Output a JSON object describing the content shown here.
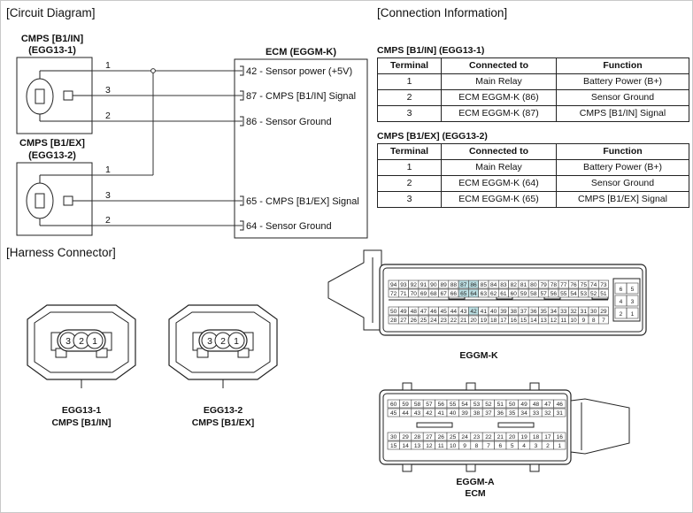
{
  "titles": {
    "circuit": "[Circuit Diagram]",
    "connection": "[Connection Information]",
    "harness": "[Harness Connector]"
  },
  "sensor1": {
    "name": "CMPS [B1/IN]",
    "code": "(EGG13-1)",
    "pins": [
      "1",
      "3",
      "2"
    ]
  },
  "sensor2": {
    "name": "CMPS [B1/EX]",
    "code": "(EGG13-2)",
    "pins": [
      "1",
      "3",
      "2"
    ]
  },
  "ecm": {
    "title": "ECM (EGGM-K)",
    "pins": [
      "42 - Sensor power (+5V)",
      "87 - CMPS [B1/IN] Signal",
      "86 - Sensor Ground",
      "65 - CMPS [B1/EX] Signal",
      "64 - Sensor Ground"
    ]
  },
  "connection": {
    "headers": [
      "Terminal",
      "Connected to",
      "Function"
    ],
    "tables": [
      {
        "title": "CMPS [B1/IN] (EGG13-1)",
        "rows": [
          [
            "1",
            "Main Relay",
            "Battery Power (B+)"
          ],
          [
            "2",
            "ECM EGGM-K (86)",
            "Sensor Ground"
          ],
          [
            "3",
            "ECM EGGM-K (87)",
            "CMPS [B1/IN] Signal"
          ]
        ]
      },
      {
        "title": "CMPS [B1/EX] (EGG13-2)",
        "rows": [
          [
            "1",
            "Main Relay",
            "Battery Power (B+)"
          ],
          [
            "2",
            "ECM EGGM-K (64)",
            "Sensor Ground"
          ],
          [
            "3",
            "ECM EGGM-K (65)",
            "CMPS [B1/EX] Signal"
          ]
        ]
      }
    ]
  },
  "harness": {
    "egg13_1": {
      "pins": [
        "3",
        "2",
        "1"
      ],
      "label1": "EGG13-1",
      "label2": "CMPS [B1/IN]"
    },
    "egg13_2": {
      "pins": [
        "3",
        "2",
        "1"
      ],
      "label1": "EGG13-2",
      "label2": "CMPS [B1/EX]"
    },
    "eggm_k": {
      "label": "EGGM-K",
      "row1": [
        "94",
        "93",
        "92",
        "91",
        "90",
        "89",
        "88",
        "87",
        "86",
        "85",
        "84",
        "83",
        "82",
        "81",
        "80",
        "79",
        "78",
        "77",
        "76",
        "75",
        "74",
        "73"
      ],
      "row2": [
        "72",
        "71",
        "70",
        "69",
        "68",
        "67",
        "66",
        "65",
        "64",
        "63",
        "62",
        "61",
        "60",
        "59",
        "58",
        "57",
        "56",
        "55",
        "54",
        "53",
        "52",
        "51"
      ],
      "row3": [
        "50",
        "49",
        "48",
        "47",
        "46",
        "45",
        "44",
        "43",
        "42",
        "41",
        "40",
        "39",
        "38",
        "37",
        "36",
        "35",
        "34",
        "33",
        "32",
        "31",
        "30",
        "29"
      ],
      "row4": [
        "28",
        "27",
        "26",
        "25",
        "24",
        "23",
        "22",
        "21",
        "20",
        "19",
        "18",
        "17",
        "16",
        "15",
        "14",
        "13",
        "12",
        "11",
        "10",
        "9",
        "8",
        "7"
      ],
      "side": [
        "6",
        "5",
        "4",
        "3",
        "2",
        "1"
      ],
      "highlight": [
        "87",
        "86",
        "65",
        "64",
        "42"
      ],
      "highlight_color": "#bcdfe3"
    },
    "eggm_a": {
      "label1": "EGGM-A",
      "label2": "ECM",
      "row1": [
        "60",
        "59",
        "58",
        "57",
        "56",
        "55",
        "54",
        "53",
        "52",
        "51",
        "50",
        "49",
        "48",
        "47",
        "46"
      ],
      "row2": [
        "45",
        "44",
        "43",
        "42",
        "41",
        "40",
        "39",
        "38",
        "37",
        "36",
        "35",
        "34",
        "33",
        "32",
        "31"
      ],
      "row3": [
        "30",
        "29",
        "28",
        "27",
        "26",
        "25",
        "24",
        "23",
        "22",
        "21",
        "20",
        "19",
        "18",
        "17",
        "16"
      ],
      "row4": [
        "15",
        "14",
        "13",
        "12",
        "11",
        "10",
        "9",
        "8",
        "7",
        "6",
        "5",
        "4",
        "3",
        "2",
        "1"
      ]
    }
  }
}
